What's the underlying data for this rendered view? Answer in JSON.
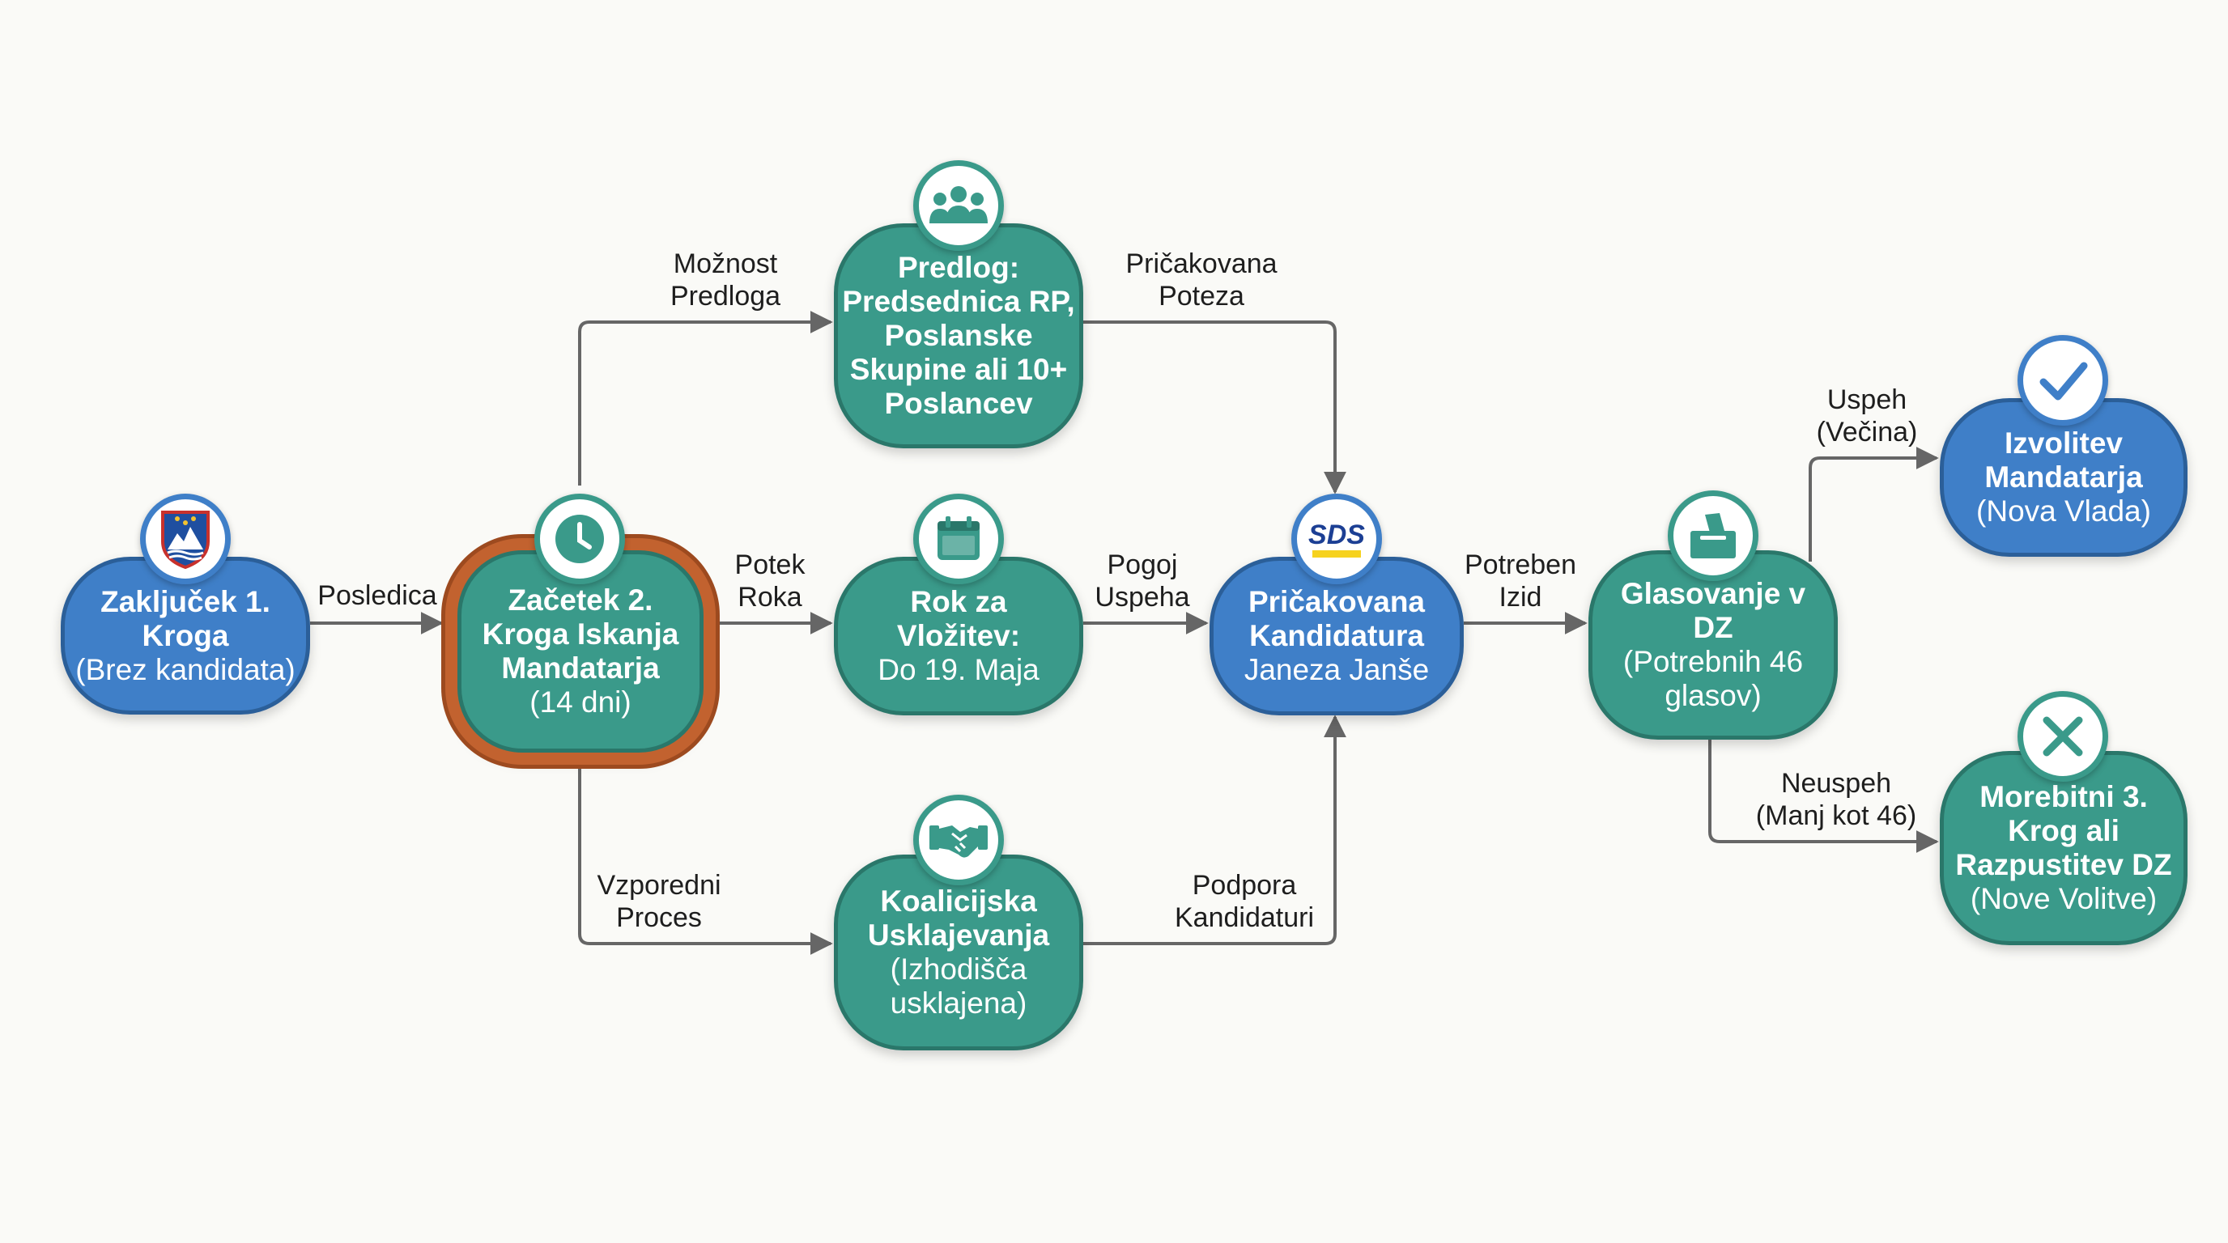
{
  "nodes": {
    "zakljucek": {
      "bold": [
        "Zaključek 1.",
        "Kroga"
      ],
      "normal": [
        "(Brez kandidata)"
      ]
    },
    "zacetek": {
      "bold": [
        "Začetek 2.",
        "Kroga Iskanja",
        "Mandatarja"
      ],
      "normal": [
        "(14 dni)"
      ]
    },
    "predlog": {
      "bold": [
        "Predlog:",
        "Predsednica RP,",
        "Poslanske",
        "Skupine ali 10+",
        "Poslancev"
      ],
      "normal": []
    },
    "rok": {
      "bold": [
        "Rok za",
        "Vložitev:"
      ],
      "normal": [
        "Do 19. Maja"
      ]
    },
    "koalicijska": {
      "bold": [
        "Koalicijska",
        "Usklajevanja"
      ],
      "normal": [
        "(Izhodišča",
        "usklajena)"
      ]
    },
    "pricakovana": {
      "bold": [
        "Pričakovana",
        "Kandidatura"
      ],
      "normal": [
        "Janeza Janše"
      ]
    },
    "glasovanje": {
      "bold": [
        "Glasovanje v",
        "DZ"
      ],
      "normal": [
        "(Potrebnih 46",
        "glasov)"
      ]
    },
    "izvolitev": {
      "bold": [
        "Izvolitev",
        "Mandatarja"
      ],
      "normal": [
        "(Nova Vlada)"
      ]
    },
    "morebitni": {
      "bold": [
        "Morebitni 3.",
        "Krog ali",
        "Razpustitev DZ"
      ],
      "normal": [
        "(Nove Volitve)"
      ]
    }
  },
  "badges": {
    "zakljucek": "slovenia-coat-of-arms-icon",
    "zacetek": "clock-icon",
    "predlog": "group-people-icon",
    "rok": "calendar-icon",
    "koalicijska": "handshake-icon",
    "pricakovana": "sds-logo",
    "pricakovana_logo_text": "SDS",
    "glasovanje": "ballot-box-icon",
    "izvolitev": "checkmark-icon",
    "morebitni": "x-mark-icon"
  },
  "edges": {
    "posledica": [
      "Posledica"
    ],
    "moznost": [
      "Možnost",
      "Predloga"
    ],
    "potek": [
      "Potek",
      "Roka"
    ],
    "vzporedni": [
      "Vzporedni",
      "Proces"
    ],
    "pricakovana_poteza": [
      "Pričakovana",
      "Poteza"
    ],
    "pogoj": [
      "Pogoj",
      "Uspeha"
    ],
    "podpora": [
      "Podpora",
      "Kandidaturi"
    ],
    "potreben": [
      "Potreben",
      "Izid"
    ],
    "uspeh": [
      "Uspeh",
      "(Večina)"
    ],
    "neuspeh": [
      "Neuspeh",
      "(Manj kot 46)"
    ]
  },
  "colors": {
    "blue": "#3f7fc8",
    "teal": "#3a9a8a",
    "highlight": "#c2622f",
    "arrow": "#666666",
    "background": "#fafaf7"
  }
}
